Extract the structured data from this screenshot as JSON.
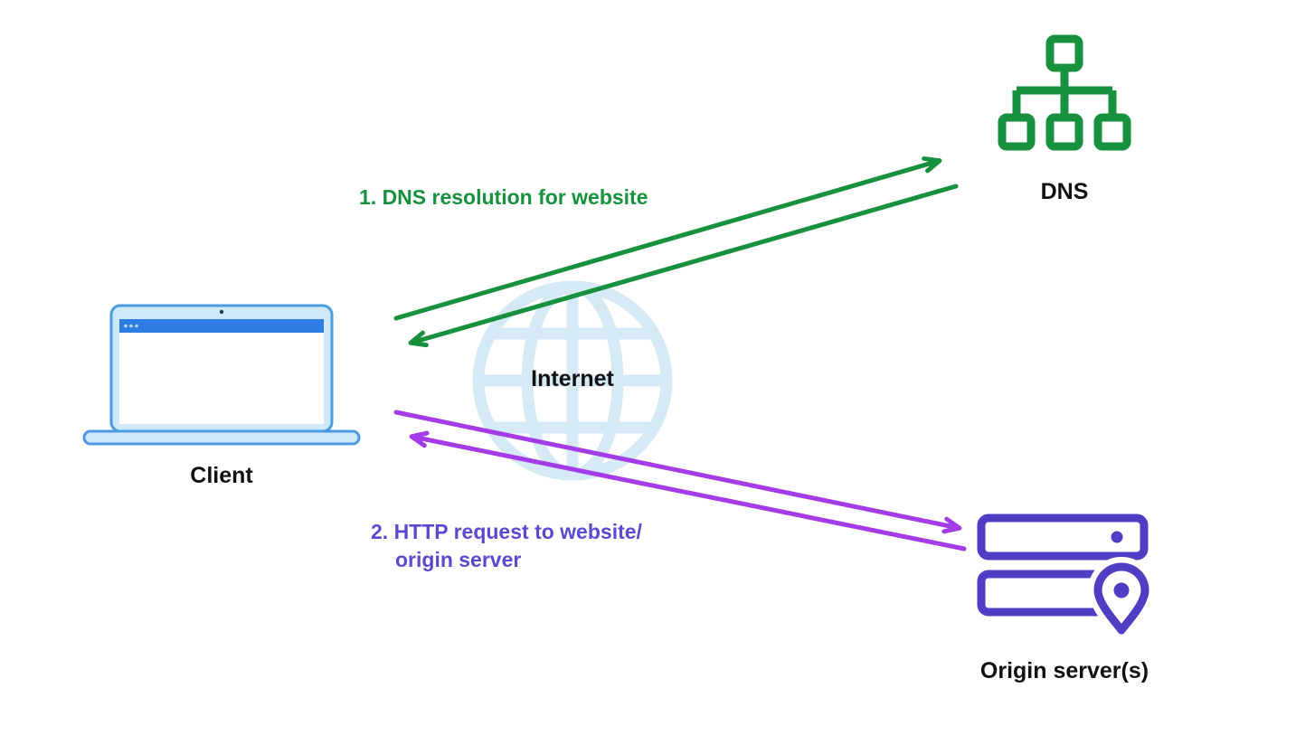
{
  "colors": {
    "green": "#18913f",
    "violet": "#a43ce8",
    "indigo": "#4f3ec4",
    "indigo_text": "#5a4ad0",
    "globe_blue": "#d6eaf6",
    "laptop_blue": "#cfe8f7",
    "laptop_border": "#4b9be0",
    "titlebar_blue": "#2e7de5",
    "text_dark": "#111111"
  },
  "nodes": {
    "client": {
      "label": "Client"
    },
    "internet": {
      "label": "Internet"
    },
    "dns": {
      "label": "DNS"
    },
    "origin_server": {
      "label": "Origin server(s)"
    }
  },
  "flows": {
    "dns_resolution": {
      "label": "1. DNS resolution for website"
    },
    "http_request": {
      "label_line1": "2. HTTP request to website/",
      "label_line2": "origin server"
    }
  },
  "icons": {
    "client": "laptop-icon",
    "internet": "globe-icon",
    "dns": "sitemap-tree-icon",
    "origin_server": "server-rack-icon",
    "origin_server_pin": "location-pin-icon"
  }
}
